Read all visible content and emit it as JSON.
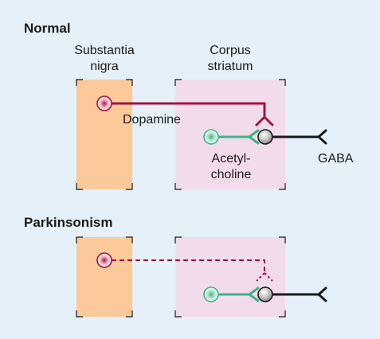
{
  "normal": {
    "heading": "Normal",
    "substantia_label_1": "Substantia",
    "substantia_label_2": "nigra",
    "corpus_label_1": "Corpus",
    "corpus_label_2": "striatum",
    "dopamine_label": "Dopamine",
    "ach_label_1": "Acetyl-",
    "ach_label_2": "choline",
    "gaba_label": "GABA"
  },
  "parkinsonism": {
    "heading": "Parkinsonism"
  },
  "colors": {
    "background": "#e6f0f8",
    "substantia_box": "#fbc99a",
    "striatum_box": "#f2dcec",
    "dopamine_neuron": "#a3133f",
    "cholinergic_neuron": "#3cb38a",
    "gaba_neuron": "#1a1a1a"
  }
}
